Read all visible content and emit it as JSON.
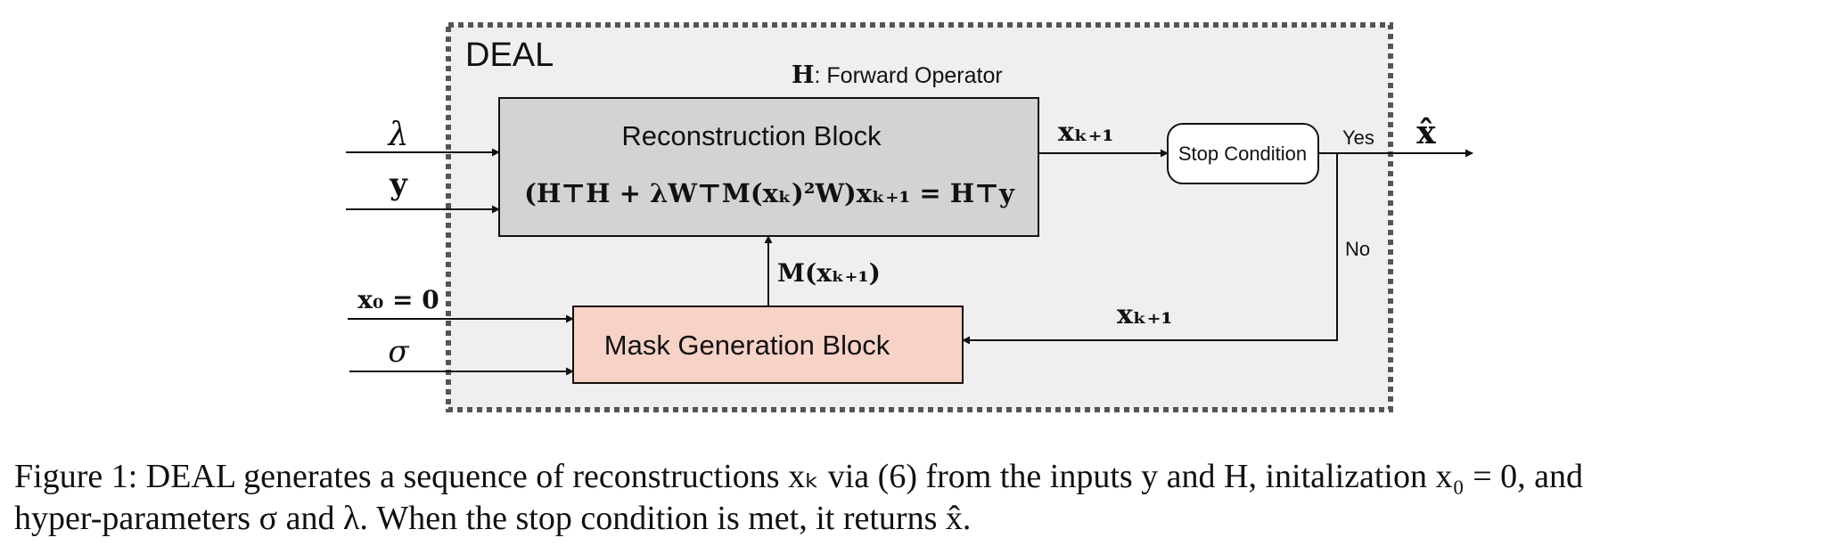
{
  "diagram": {
    "frame_title": "DEAL",
    "forward_operator": {
      "symbol": "H",
      "text": ": Forward Operator"
    },
    "inputs": {
      "lambda": "λ",
      "y": "y",
      "x0": "x₀ = 0",
      "sigma": "σ"
    },
    "reconstruction_block": {
      "title": "Reconstruction Block",
      "equation": "(H⊤H + λW⊤M(xₖ)²W)xₖ₊₁ = H⊤y"
    },
    "mask_block": {
      "title": "Mask Generation Block"
    },
    "mask_output_label": "M(xₖ₊₁)",
    "recon_output_label": "xₖ₊₁",
    "feedback_label": "xₖ₊₁",
    "stop_condition": {
      "label": "Stop Condition",
      "yes": "Yes",
      "no": "No"
    },
    "output_label": "x̂",
    "colors": {
      "frame_fill": "#efefef",
      "frame_border": "#555555",
      "recon_fill": "#d3d3d3",
      "mask_fill": "#f7d2c6",
      "stop_fill": "#ffffff",
      "line": "#111111"
    }
  },
  "caption": {
    "line1": "Figure 1: DEAL generates a sequence of reconstructions xₖ via (6) from the inputs y and H, initalization x₀ = 0, and",
    "line2": "hyper-parameters σ and λ. When the stop condition is met, it returns x̂."
  }
}
